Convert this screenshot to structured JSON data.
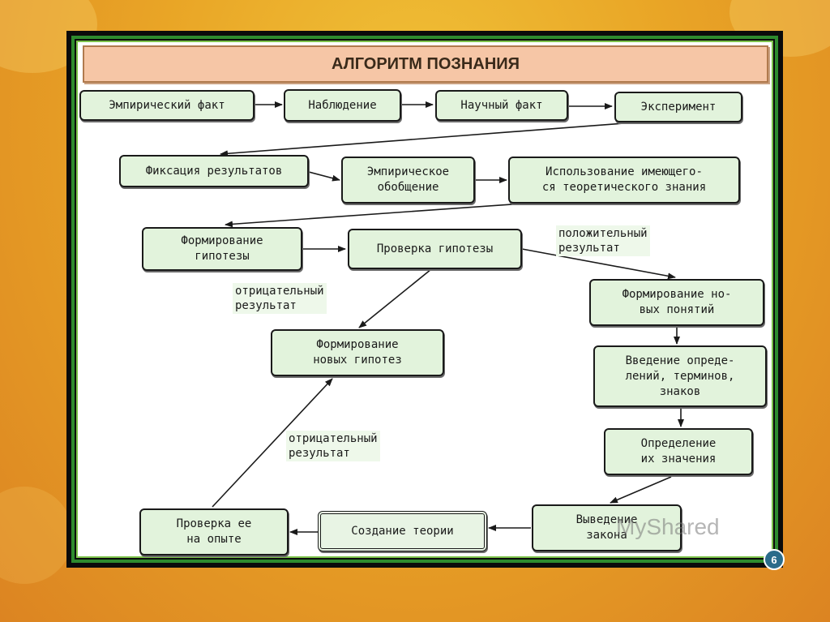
{
  "title": "АЛГОРИТМ ПОЗНАНИЯ",
  "nodes": {
    "empirical_fact": "Эмпирический факт",
    "observation": "Наблюдение",
    "scientific_fact": "Научный факт",
    "experiment": "Эксперимент",
    "fixation": "Фиксация результатов",
    "empirical_generalization": "Эмпирическое\nобобщение",
    "use_theory": "Использование имеющего-\nся теоретического знания",
    "hypothesis_formation": "Формирование\nгипотезы",
    "hypothesis_check": "Проверка гипотезы",
    "new_concepts": "Формирование но-\nвых понятий",
    "new_hypotheses": "Формирование\nновых гипотез",
    "definitions": "Введение опреде-\nлений, терминов,\nзнаков",
    "meaning": "Определение\nих значения",
    "law_derivation": "Выведение\nзакона",
    "theory_creation": "Создание теории",
    "experience_check": "Проверка ее\nна опыте"
  },
  "labels": {
    "positive": "положительный\nрезультат",
    "negative1": "отрицательный\nрезультат",
    "negative2": "отрицательный\nрезультат"
  },
  "watermark": "MyShared",
  "slide_number": "6",
  "colors": {
    "node_fill": "#e2f3dc",
    "title_fill": "#f6c6a6",
    "frame_green": "#2e8b2e",
    "background": "#e9a526"
  }
}
